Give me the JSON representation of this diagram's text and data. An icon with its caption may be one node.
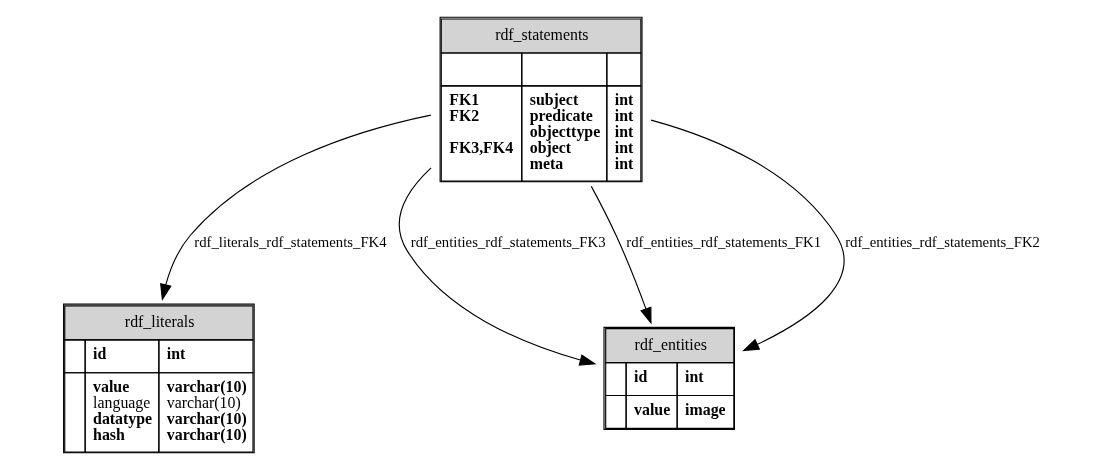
{
  "diagram": {
    "nodes": [
      {
        "text": [
          "rdf_statements",
          "FK1",
          "subject",
          "int",
          "FK2",
          "predicate",
          "int",
          "objecttype",
          "int",
          "FK3,FK4",
          "object",
          "int",
          "meta",
          "int"
        ]
      },
      {
        "text": [
          "rdf_literals",
          "id",
          "int",
          "value",
          "varchar(10)",
          "language",
          "varchar(10)",
          "datatype",
          "varchar(10)",
          "hash",
          "varchar(10)"
        ]
      },
      {
        "text": [
          "rdf_entities",
          "id",
          "int",
          "value",
          "image"
        ]
      }
    ],
    "edges": [
      {
        "from": 0,
        "to": 2,
        "arrow": "to",
        "label": "rdf_entities_rdf_statements_FK3"
      },
      {
        "from": 0,
        "to": 2,
        "arrow": "to",
        "label": "rdf_entities_rdf_statements_FK1"
      },
      {
        "from": 0,
        "to": 2,
        "arrow": "to",
        "label": "rdf_entities_rdf_statements_FK2"
      },
      {
        "from": 0,
        "to": 1,
        "arrow": "to",
        "label": "rdf_literals_rdf_statements_FK4"
      }
    ]
  }
}
